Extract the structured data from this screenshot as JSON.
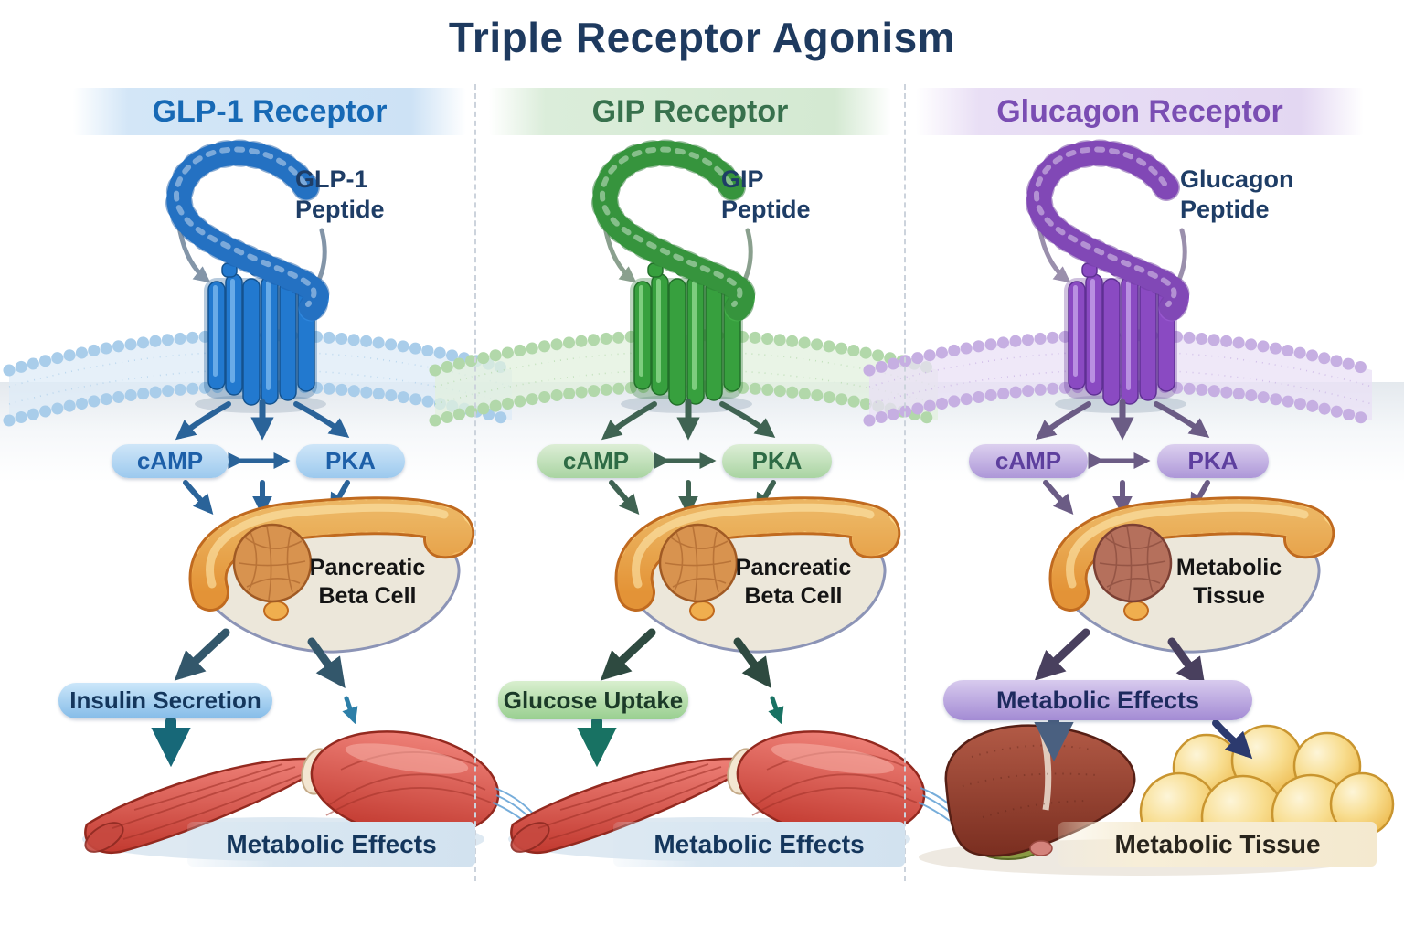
{
  "title": "Triple Receptor Agonism",
  "columns": [
    {
      "header": "GLP-1 Receptor",
      "peptide_label": "GLP-1 Peptide",
      "camp": "cAMP",
      "pka": "PKA",
      "cell_label": "Pancreatic Beta Cell",
      "effect_label": "Insulin Secretion",
      "tissue_label": "Metabolic Effects",
      "accent": "#1a6bb8",
      "arrow_color": "#2a6399"
    },
    {
      "header": "GIP Receptor",
      "peptide_label": "GIP Peptide",
      "camp": "cAMP",
      "pka": "PKA",
      "cell_label": "Pancreatic Beta Cell",
      "effect_label": "Glucose Uptake",
      "tissue_label": "Metabolic Effects",
      "accent": "#3a7d4a",
      "arrow_color": "#3f6352"
    },
    {
      "header": "Glucagon Receptor",
      "peptide_label": "Glucagon Peptide",
      "camp": "cAMP",
      "pka": "PKA",
      "cell_label": "Metabolic Tissue",
      "effect_label": "Metabolic Effects",
      "tissue_label": "Metabolic Tissue",
      "accent": "#7b4fb0",
      "arrow_color": "#6b5c85"
    }
  ],
  "palette": {
    "title_color": "#1e3a5f",
    "muscle_red": "#c23a30",
    "pancreas_orange": "#ec9c3e",
    "liver_brown": "#9d4434",
    "fat_yellow": "#f3cd6e"
  }
}
